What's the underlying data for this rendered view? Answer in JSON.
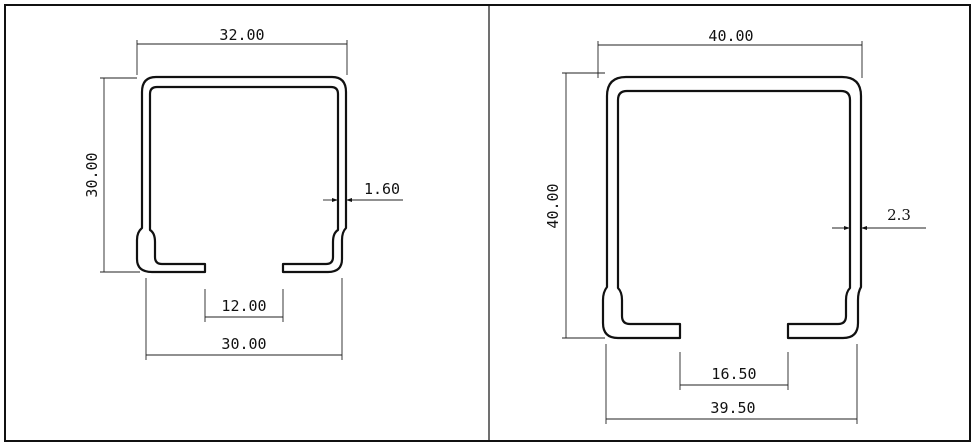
{
  "colors": {
    "line": "#111111",
    "background": "#ffffff"
  },
  "left_profile": {
    "width_top": "32.00",
    "height": "30.00",
    "thickness": "1.60",
    "slot_opening": "12.00",
    "width_bottom": "30.00"
  },
  "right_profile": {
    "width_top": "40.00",
    "height": "40.00",
    "thickness": "2.3",
    "slot_opening": "16.50",
    "width_bottom": "39.50"
  }
}
